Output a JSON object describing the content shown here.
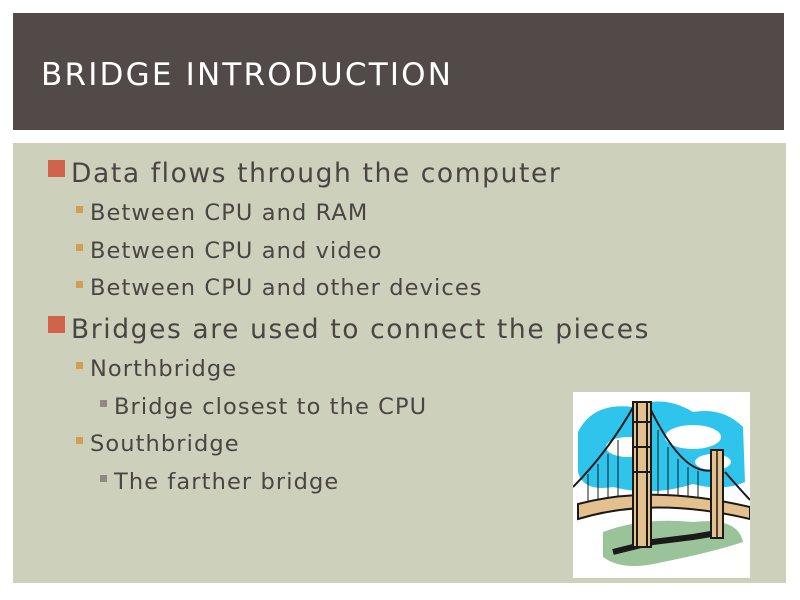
{
  "slide": {
    "title": "BRIDGE INTRODUCTION",
    "colors": {
      "title_bg": "#524a48",
      "title_text": "#ffffff",
      "content_bg": "#cdd1bb",
      "text": "#4a4543",
      "bullet_level1": "#d0634b",
      "bullet_level2": "#cfa054",
      "bullet_level3": "#8f8a80"
    },
    "bullets": [
      {
        "text": "Data flows through the computer",
        "children": [
          {
            "text": "Between CPU and RAM"
          },
          {
            "text": "Between CPU and video"
          },
          {
            "text": "Between CPU and other devices"
          }
        ]
      },
      {
        "text": "Bridges are used to connect the pieces",
        "children": [
          {
            "text": "Northbridge",
            "children": [
              {
                "text": "Bridge closest to the CPU"
              }
            ]
          },
          {
            "text": "Southbridge",
            "children": [
              {
                "text": "The farther bridge"
              }
            ]
          }
        ]
      }
    ],
    "image": {
      "icon": "suspension-bridge-clipart",
      "description": "Golden Gate style suspension bridge clip art"
    }
  }
}
